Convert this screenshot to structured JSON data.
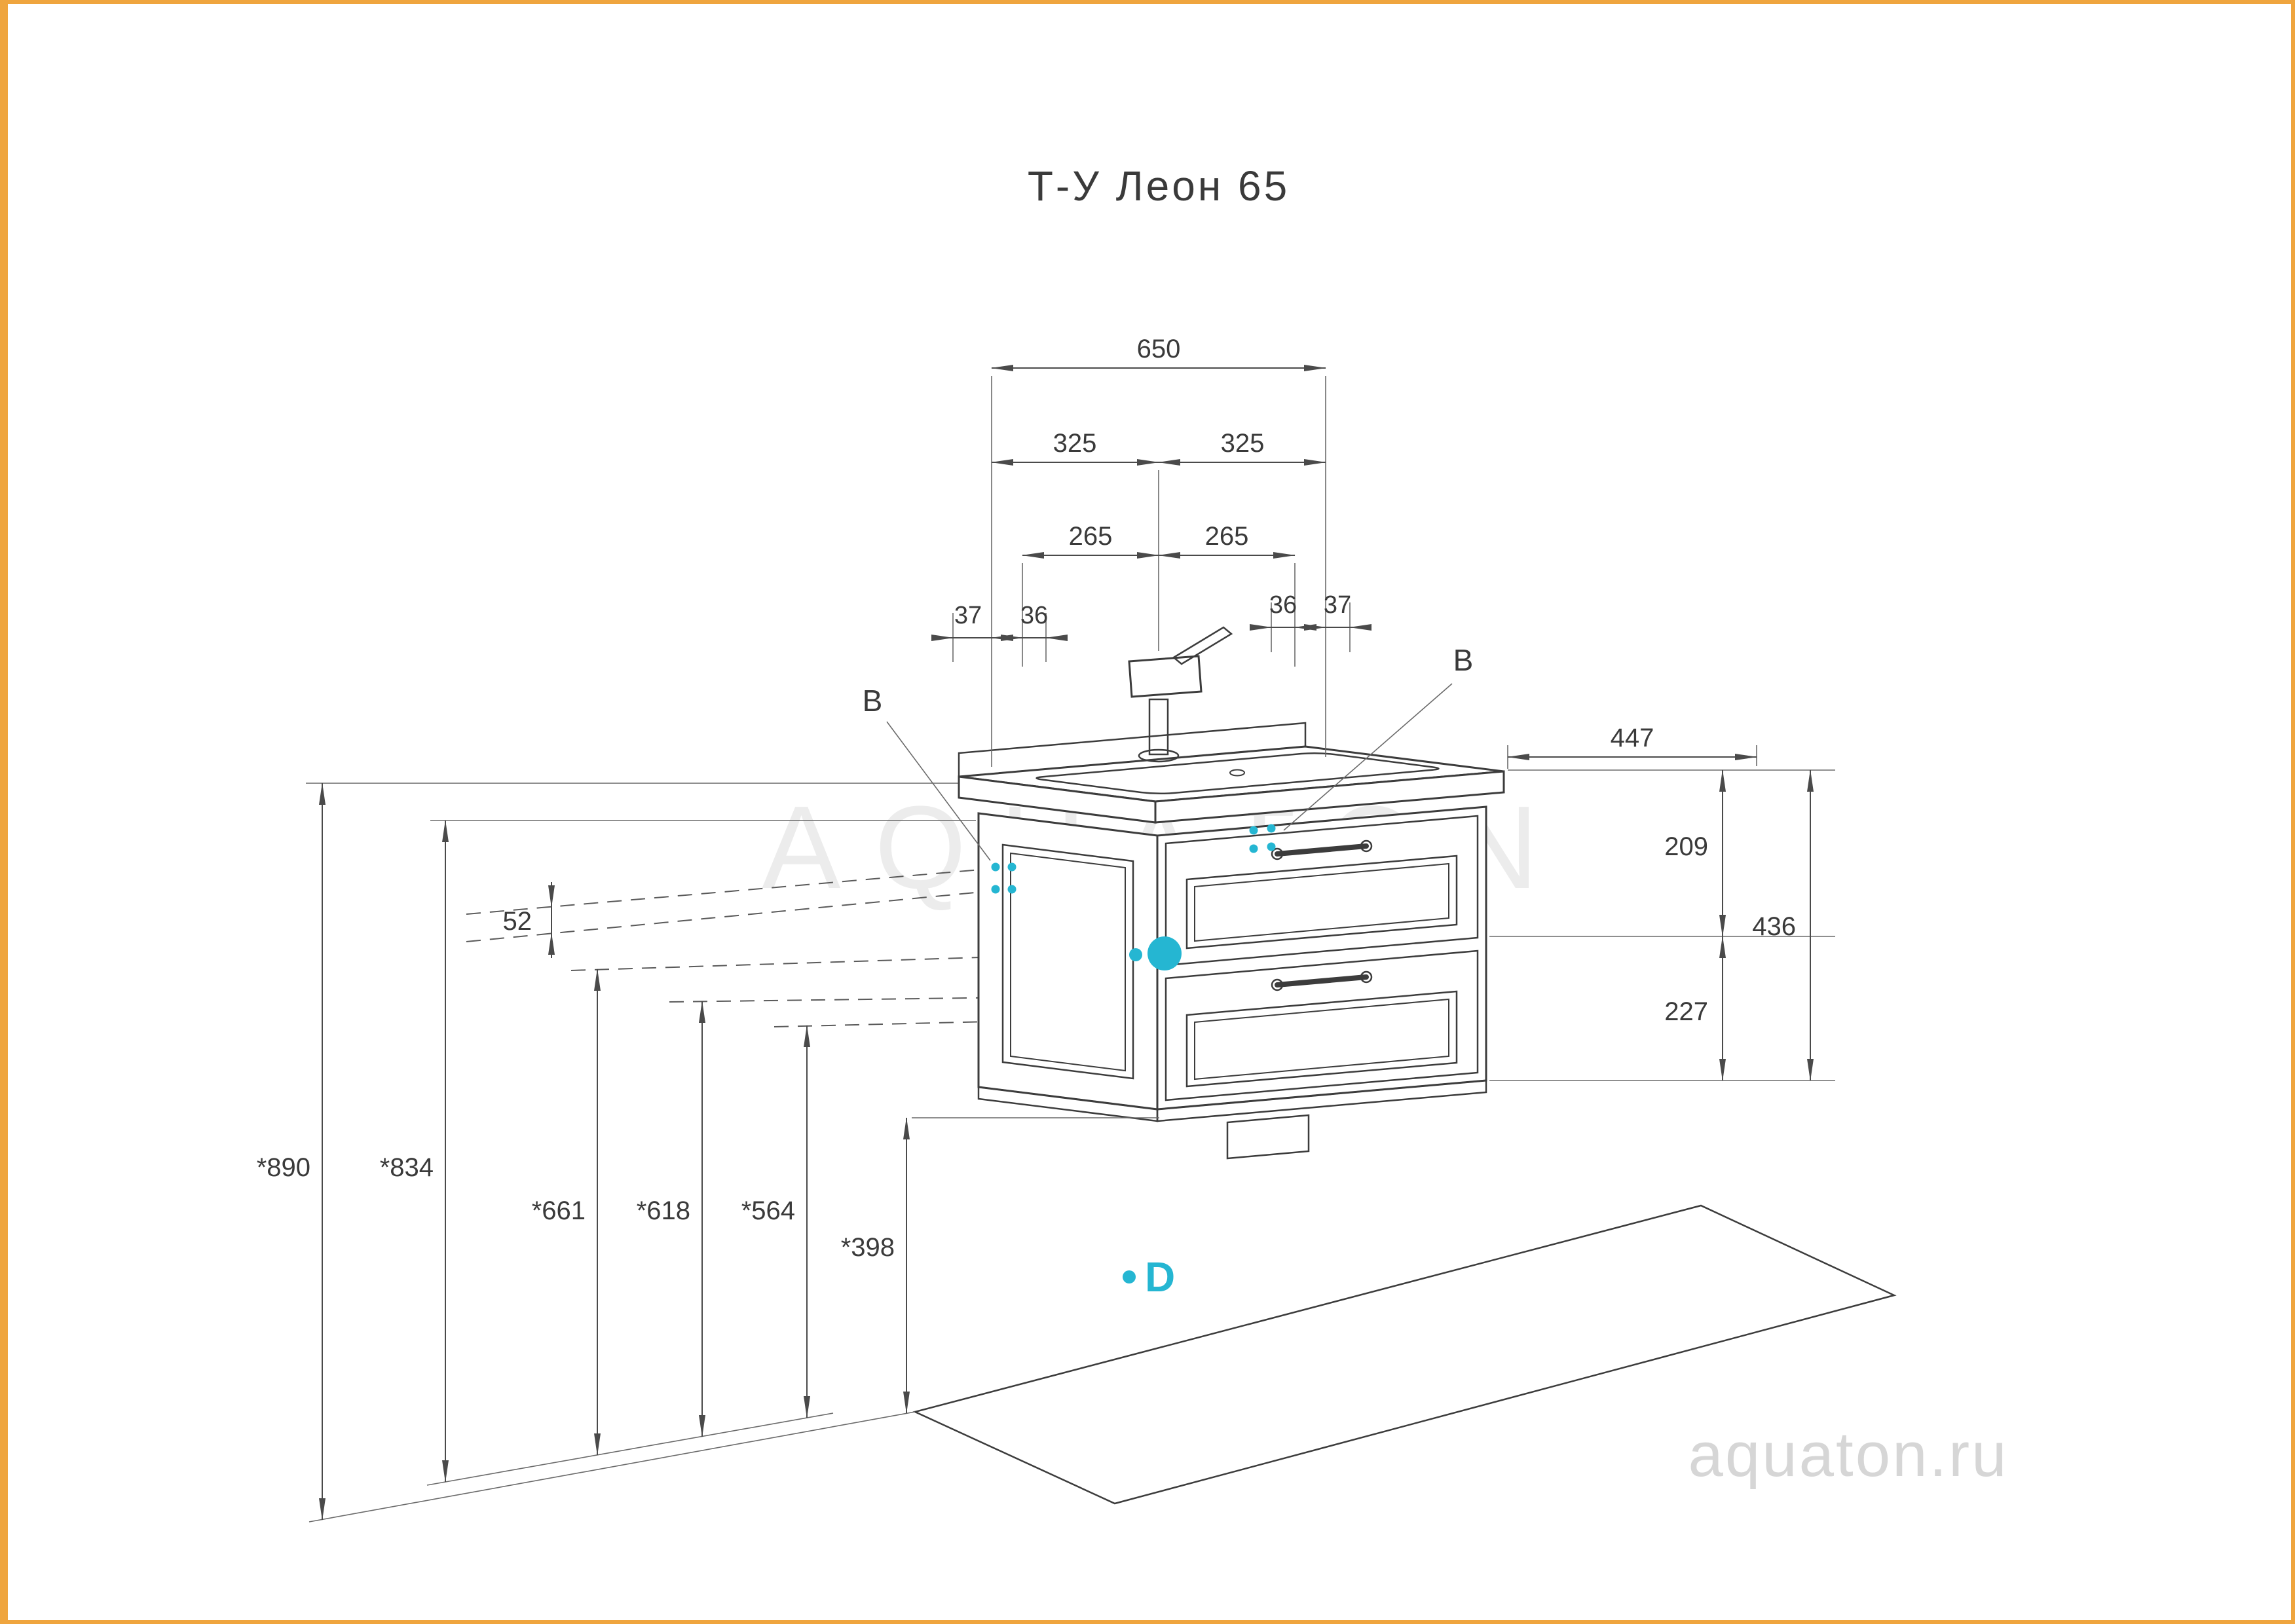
{
  "title": "Т-У Леон 65",
  "watermark": {
    "brand": "AQUATON",
    "url": "aquaton.ru"
  },
  "colors": {
    "accent_cyan": "#25b6d2",
    "line": "#3c3c3c",
    "dim_line": "#4a4a4a",
    "frame": "#efa53e"
  },
  "section_labels": {
    "left": "В",
    "right": "В"
  },
  "markers": {
    "floor_big": "D"
  },
  "dims": {
    "w650": "650",
    "w325_left": "325",
    "w325_right": "325",
    "w265_left": "265",
    "w265_right": "265",
    "o37_left": "37",
    "o36_left": "36",
    "o36_right": "36",
    "o37_right": "37",
    "d447": "447",
    "h209": "209",
    "h436": "436",
    "h227": "227",
    "gap52": "52",
    "h890": "*890",
    "h834": "*834",
    "h661": "*661",
    "h618": "*618",
    "h564": "*564",
    "h398": "*398"
  }
}
